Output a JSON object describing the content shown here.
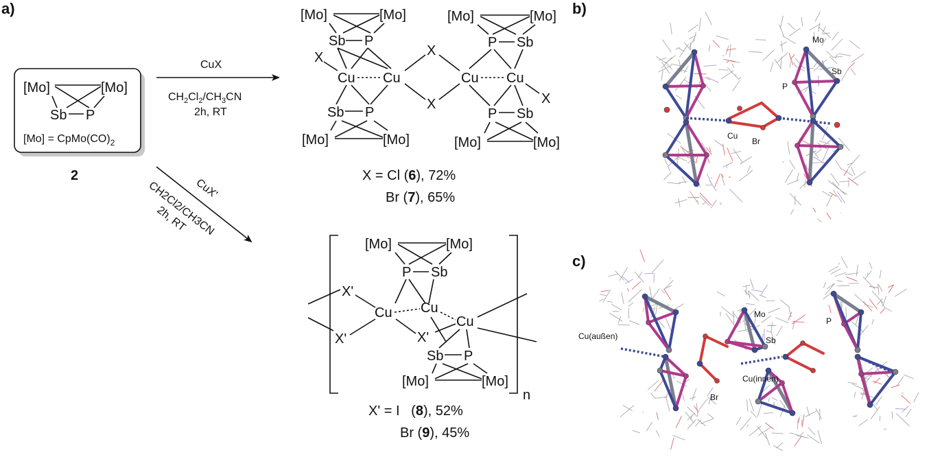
{
  "panels": {
    "a": "a)",
    "b": "b)",
    "c": "c)"
  },
  "start_compound": {
    "mo_left": "[Mo]",
    "mo_right": "[Mo]",
    "sb": "Sb",
    "p": "P",
    "definition": "[Mo] = CpMo(CO)",
    "definition_sub": "2",
    "number": "2"
  },
  "reaction1": {
    "reagent": "CuX",
    "solvent_a": "CH",
    "solvent_sub1": "2",
    "solvent_b": "Cl",
    "solvent_sub2": "2",
    "solvent_c": "/CH",
    "solvent_sub3": "3",
    "solvent_d": "CN",
    "conditions": "2h, RT"
  },
  "reaction2": {
    "reagent": "CuX'",
    "solvent": "CH2Cl2/CH3CN",
    "conditions": "2h, RT"
  },
  "product1": {
    "mo": "[Mo]",
    "sb": "Sb",
    "p": "P",
    "cu": "Cu",
    "x": "X",
    "yield_line1_a": "X = Cl (",
    "yield_line1_num": "6",
    "yield_line1_b": "), 72%",
    "yield_line2_a": "Br (",
    "yield_line2_num": "7",
    "yield_line2_b": "), 65%"
  },
  "product2": {
    "mo": "[Mo]",
    "sb": "Sb",
    "p": "P",
    "cu": "Cu",
    "xp": "X'",
    "n": "n",
    "yield_line1_a": "X' = I   (",
    "yield_line1_num": "8",
    "yield_line1_b": "), 52%",
    "yield_line2_a": "Br (",
    "yield_line2_num": "9",
    "yield_line2_b": "), 45%"
  },
  "structure_b": {
    "mo": "Mo",
    "sb": "Sb",
    "p": "P",
    "cu": "Cu",
    "br": "Br"
  },
  "structure_c": {
    "cu_outer": "Cu(außen)",
    "cu_inner": "Cu(innen)",
    "mo": "Mo",
    "sb": "Sb",
    "p": "P",
    "br": "Br"
  },
  "colors": {
    "mo_atom": "#3d4a96",
    "p_atom": "#b03a8c",
    "sb_atom": "#7a8090",
    "o_bond": "#d23b3b",
    "wire": "#9a9a9a"
  }
}
